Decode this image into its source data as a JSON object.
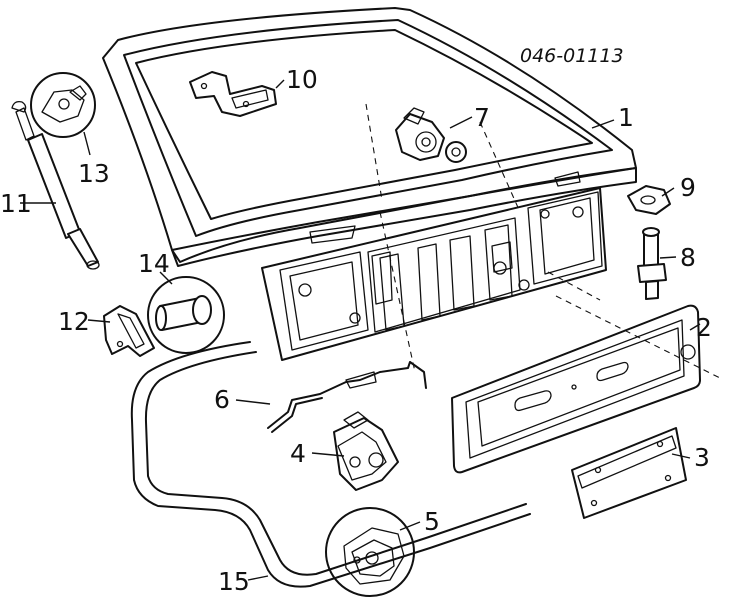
{
  "diagram": {
    "catalog_code": "046-01113",
    "callouts": {
      "c1": "1",
      "c2": "2",
      "c3": "3",
      "c4": "4",
      "c5": "5",
      "c6": "6",
      "c7": "7",
      "c8": "8",
      "c9": "9",
      "c10": "10",
      "c11": "11",
      "c12": "12",
      "c13": "13",
      "c14": "14",
      "c15": "15"
    }
  }
}
